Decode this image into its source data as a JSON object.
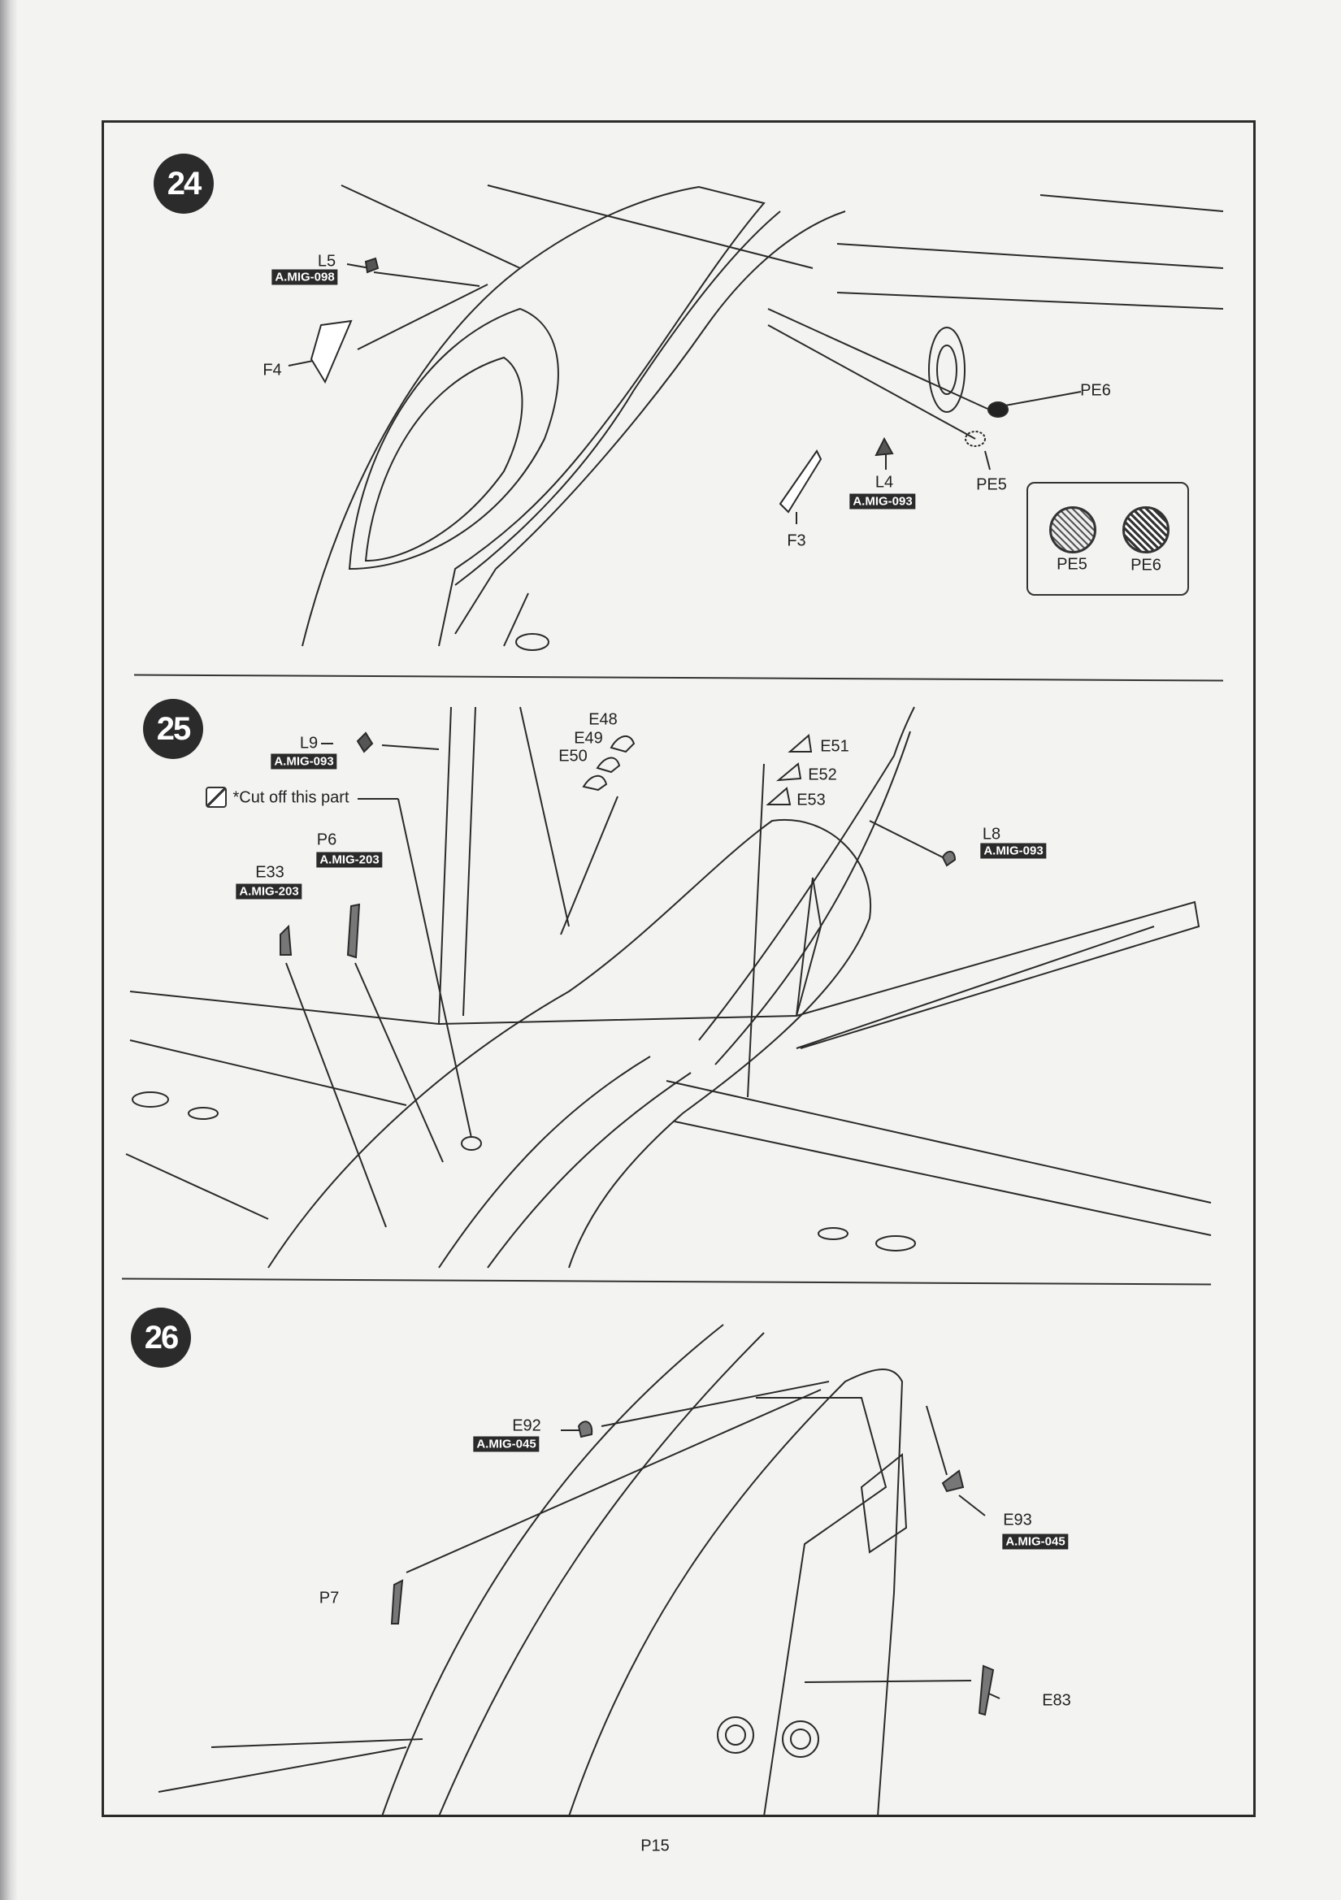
{
  "page_number": "P15",
  "steps": [
    {
      "number": "24",
      "callouts": [
        {
          "part": "L5",
          "paint": "A.MIG-098"
        },
        {
          "part": "F4"
        },
        {
          "part": "PE6"
        },
        {
          "part": "PE5"
        },
        {
          "part": "L4",
          "paint": "A.MIG-093"
        },
        {
          "part": "F3"
        }
      ],
      "legend": [
        "PE5",
        "PE6"
      ]
    },
    {
      "number": "25",
      "callouts": [
        {
          "part": "L9",
          "paint": "A.MIG-093"
        },
        {
          "part": "P6",
          "paint": "A.MIG-203"
        },
        {
          "part": "E33",
          "paint": "A.MIG-203"
        },
        {
          "part": "E48"
        },
        {
          "part": "E49"
        },
        {
          "part": "E50"
        },
        {
          "part": "E51"
        },
        {
          "part": "E52"
        },
        {
          "part": "E53"
        },
        {
          "part": "L8",
          "paint": "A.MIG-093"
        }
      ],
      "note": "*Cut off this part"
    },
    {
      "number": "26",
      "callouts": [
        {
          "part": "E92",
          "paint": "A.MIG-045"
        },
        {
          "part": "E93",
          "paint": "A.MIG-045"
        },
        {
          "part": "P7"
        },
        {
          "part": "E83"
        }
      ]
    }
  ]
}
